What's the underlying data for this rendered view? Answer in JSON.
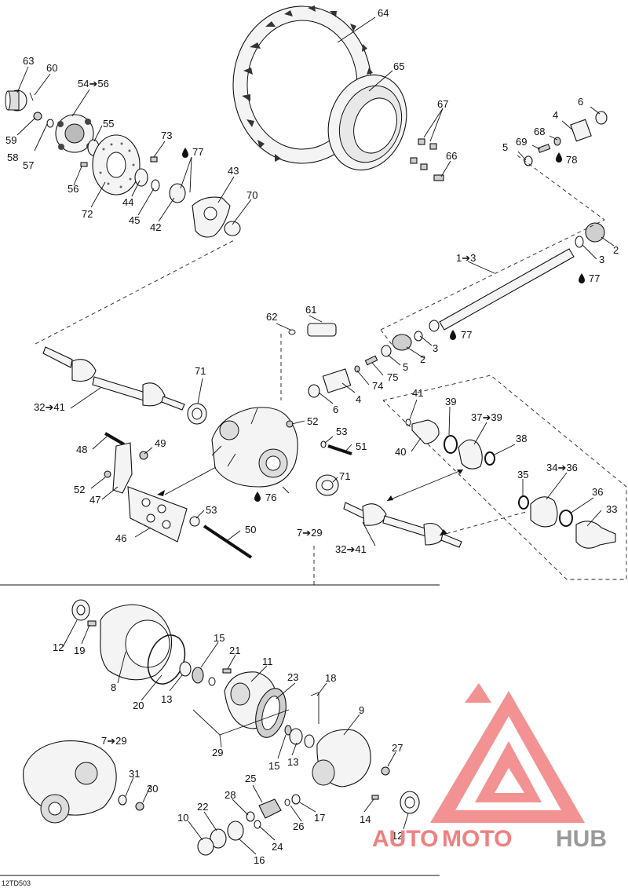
{
  "diagram_code": "12TD503",
  "callouts": {
    "c64": "64",
    "c65": "65",
    "c67": "67",
    "c66": "66",
    "c63": "63",
    "c60": "60",
    "c54": "54➔56",
    "c55": "55",
    "c59": "59",
    "c58": "58",
    "c57": "57",
    "c73": "73",
    "c77a": "77",
    "c43": "43",
    "c56": "56",
    "c72": "72",
    "c44": "44",
    "c45": "45",
    "c42": "42",
    "c70": "70",
    "c6a": "6",
    "c4a": "4",
    "c68": "68",
    "c5a": "5",
    "c69": "69",
    "c78": "78",
    "c2a": "2",
    "c3a": "3",
    "c1": "1➔3",
    "c77b": "77",
    "c62": "62",
    "c61": "61",
    "c77c": "77",
    "c2b": "2",
    "c3b": "3",
    "c5b": "5",
    "c75": "75",
    "c74": "74",
    "c4b": "4",
    "c6b": "6",
    "c71a": "71",
    "c3241a": "32➔41",
    "c52a": "52",
    "c53a": "53",
    "c51": "51",
    "c48": "48",
    "c49": "49",
    "c52b": "52",
    "c47": "47",
    "c76": "76",
    "c71b": "71",
    "c729a": "7➔29",
    "c53b": "53",
    "c50": "50",
    "c46": "46",
    "c3241b": "32➔41",
    "c41": "41",
    "c39a": "39",
    "c3739": "37➔39",
    "c40": "40",
    "c38": "38",
    "c35": "35",
    "c3436": "34➔36",
    "c36": "36",
    "c33": "33",
    "c12a": "12",
    "c19": "19",
    "c8": "8",
    "c20": "20",
    "c15a": "15",
    "c21": "21",
    "c11": "11",
    "c13a": "13",
    "c23": "23",
    "c18": "18",
    "c29": "29",
    "c15b": "15",
    "c13b": "13",
    "c9": "9",
    "c27": "27",
    "c729b": "7➔29",
    "c31": "31",
    "c30": "30",
    "c25": "25",
    "c28": "28",
    "c22": "22",
    "c10": "10",
    "c24": "24",
    "c16": "16",
    "c26": "26",
    "c17": "17",
    "c14": "14",
    "c12b": "12"
  },
  "watermark": {
    "part1": "AUTO",
    "part2": "MOTO",
    "part3": "HUB",
    "color_red": "#f08080",
    "color_gray": "#9a9a9a"
  }
}
